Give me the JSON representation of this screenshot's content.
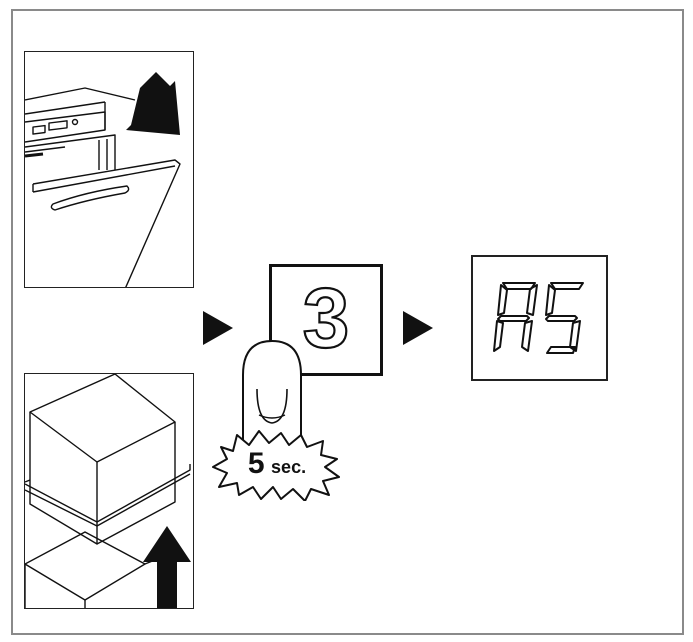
{
  "key": {
    "digit": "3"
  },
  "display": {
    "code": "A5"
  },
  "timer": {
    "value": "5",
    "unit": "sec."
  },
  "colors": {
    "ink": "#111111",
    "frame": "#8a8a8a",
    "background": "#ffffff"
  }
}
